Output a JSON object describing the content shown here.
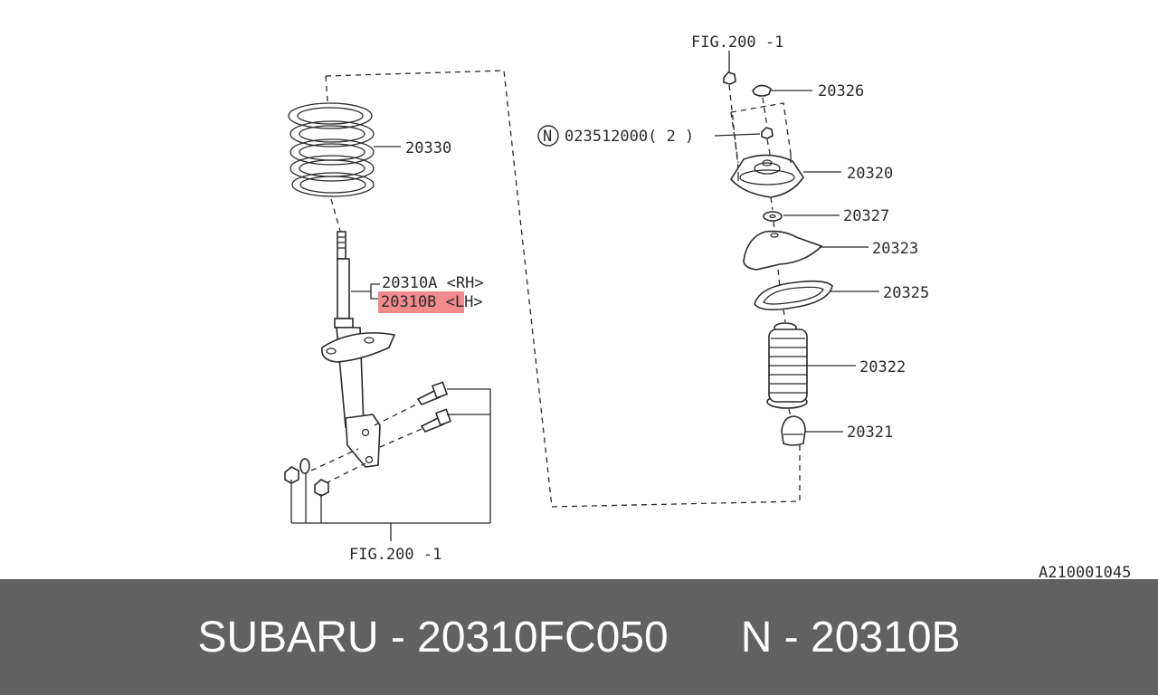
{
  "diagram": {
    "labels": {
      "fig_top": "FIG.200  -1",
      "p20326": "20326",
      "p023512000": "023512000( 2  )",
      "n_circle": "N",
      "p20320": "20320",
      "p20327": "20327",
      "p20323": "20323",
      "p20325": "20325",
      "p20322": "20322",
      "p20321": "20321",
      "p20330": "20330",
      "p20310a": "20310A <RH>",
      "p20310b": "20310B <LH>",
      "fig_bottom": "FIG.200  -1",
      "drawing_code": "A210001045"
    },
    "highlight_color": "#f28b8b"
  },
  "footer": {
    "brand": "SUBARU - 20310FC050",
    "ref": "N - 20310B"
  }
}
